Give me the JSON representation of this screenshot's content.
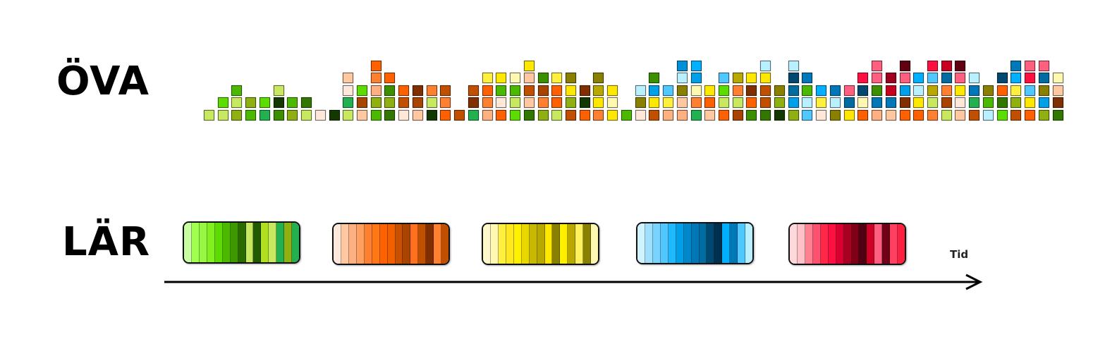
{
  "labels": {
    "practice": "ÖVA",
    "learn": "LÄR",
    "time": "Tid"
  },
  "practice_columns": [
    [
      "#c8e860"
    ],
    [
      "#c8e860",
      "#5ddc00"
    ],
    [
      "#8fb010",
      "#c8e860",
      "#4cb800"
    ],
    [
      "#4cb800",
      "#8fb010"
    ],
    [
      "#22b050",
      "#5ddc00"
    ],
    [
      "#3c9000",
      "#133800",
      "#c8e860"
    ],
    [
      "#8fb010",
      "#4cb800"
    ],
    [
      "#c8e860",
      "#327800"
    ],
    [
      "#ffe8da"
    ],
    [
      "#133800"
    ],
    [
      "#c8e860",
      "#22b050",
      "#ffe8da",
      "#ffc8a0"
    ],
    [
      "#ffc8a0",
      "#a84400",
      "#5ddc00"
    ],
    [
      "#4cb800",
      "#8fb010",
      "#ffb080",
      "#ff8030",
      "#ff6000"
    ],
    [
      "#327800",
      "#8fb010",
      "#3c9000",
      "#ff6000"
    ],
    [
      "#ffe8da",
      "#c05000",
      "#ff6000"
    ],
    [
      "#ffc8a0",
      "#a84400",
      "#803000"
    ],
    [
      "#133800",
      "#c8e860",
      "#ff8030"
    ],
    [
      "#ff6000",
      "#ff8030",
      "#c05000"
    ],
    [
      "#c05000"
    ],
    [
      "#22b050",
      "#803000",
      "#c05000"
    ],
    [
      "#ffb080",
      "#ff8030",
      "#ff6000",
      "#fff040"
    ],
    [
      "#ff6000",
      "#ffe8da",
      "#4cb800",
      "#ffe800"
    ],
    [
      "#5ddc00",
      "#c8e860",
      "#4cb800",
      "#fff8b0"
    ],
    [
      "#327800",
      "#ffc8a0",
      "#c05000",
      "#ffc8a0",
      "#ffe800"
    ],
    [
      "#8fb010",
      "#ff8030",
      "#a84400",
      "#3c9000"
    ],
    [
      "#c8e860",
      "#ff6000",
      "#ff6000",
      "#fff040"
    ],
    [
      "#c05000",
      "#8fb010",
      "#ffe800",
      "#8a8000"
    ],
    [
      "#ff6000",
      "#133800",
      "#803000"
    ],
    [
      "#ff8030",
      "#ffe800",
      "#b8a800",
      "#8a8000"
    ],
    [
      "#ffe800",
      "#fff8b0",
      "#ffe800"
    ],
    [
      "#4cb800"
    ],
    [
      "#ffe8da",
      "#8a8000",
      "#b8f0ff"
    ],
    [
      "#c05000",
      "#ffe800",
      "#00a0e8",
      "#3c9000"
    ],
    [
      "#ffb080",
      "#fff040",
      "#50c8ff"
    ],
    [
      "#ffb080",
      "#ffc8a0",
      "#8a8000",
      "#b8f0ff",
      "#0090d8"
    ],
    [
      "#22b050",
      "#ff8030",
      "#fff8b0",
      "#00a0e8",
      "#00b0ff"
    ],
    [
      "#ffc8a0",
      "#ff6000",
      "#ffe800"
    ],
    [
      "#ff6000",
      "#c8e860",
      "#5ddc00",
      "#50c8ff"
    ],
    [
      "#a84400",
      "#c8e860",
      "#ff8030",
      "#b8a800"
    ],
    [
      "#3c9000",
      "#ff6000",
      "#803000",
      "#ffe800"
    ],
    [
      "#327800",
      "#c05000",
      "#c05000",
      "#ffe800",
      "#b8f0ff"
    ],
    [
      "#133800",
      "#8fb010",
      "#8a8000"
    ],
    [
      "#8fb010",
      "#00a0e8",
      "#006ca0",
      "#004870",
      "#b8f0ff"
    ],
    [
      "#50c8ff",
      "#b8f0ff",
      "#4cb800",
      "#0078b8"
    ],
    [
      "#ffe8da",
      "#fff040",
      "#00b0ff"
    ],
    [
      "#8a8000",
      "#b8f0ff",
      "#0078b8"
    ],
    [
      "#ffe800",
      "#006ca0",
      "#ff6080"
    ],
    [
      "#ff6000",
      "#fff8b0",
      "#004870",
      "#ff1040"
    ],
    [
      "#ffb080",
      "#0078b8",
      "#3c9000",
      "#ff6080",
      "#ff6080"
    ],
    [
      "#ffc8a0",
      "#0078b8",
      "#c80020",
      "#a00020"
    ],
    [
      "#ff6000",
      "#803000",
      "#00a0e8",
      "#ff6080",
      "#600010"
    ],
    [
      "#ff6000",
      "#ffe800",
      "#b8f0ff",
      "#00b0ff"
    ],
    [
      "#ff8030",
      "#c8e860",
      "#b8a800",
      "#50c8ff",
      "#ff1040"
    ],
    [
      "#c8e860",
      "#a84400",
      "#ff8030",
      "#006ca0",
      "#c80020"
    ],
    [
      "#ffc8a0",
      "#ffe8da",
      "#ffe800",
      "#ff6080",
      "#600010"
    ],
    [
      "#c05000",
      "#22b050",
      "#0078b8",
      "#b8f0ff"
    ],
    [
      "#b8f0ff",
      "#4cb800",
      "#8a8000"
    ],
    [
      "#5ddc00",
      "#327800",
      "#ff6000",
      "#004870"
    ],
    [
      "#c05000",
      "#8fb010",
      "#fff040",
      "#00b0ff",
      "#0078b8"
    ],
    [
      "#ff6000",
      "#ffe800",
      "#50c8ff",
      "#ff1040",
      "#ff6080"
    ],
    [
      "#8fb010",
      "#00a0e8",
      "#8a8000",
      "#006ca0",
      "#ff6080"
    ],
    [
      "#327800",
      "#803000",
      "#ffc8a0",
      "#fff8b0"
    ]
  ],
  "learn_blocks": [
    {
      "name": "green",
      "stripes": [
        "#c8ffa0",
        "#a0ff50",
        "#96f840",
        "#80f020",
        "#5ddc00",
        "#4cb800",
        "#3c9a00",
        "#2a6a00",
        "#c8e860",
        "#225a00",
        "#b0e020",
        "#c8e860",
        "#22b050",
        "#8fb010",
        "#22b050"
      ]
    },
    {
      "name": "orange",
      "stripes": [
        "#ffe8da",
        "#ffc8a0",
        "#ffb080",
        "#ffa060",
        "#ff8030",
        "#ff7818",
        "#ff6000",
        "#f06000",
        "#c85000",
        "#a84400",
        "#ff7020",
        "#c05000",
        "#803000",
        "#ff8030",
        "#c05000"
      ]
    },
    {
      "name": "yellow",
      "stripes": [
        "#fff8c8",
        "#fff8b0",
        "#fff040",
        "#ffe820",
        "#fff000",
        "#e8d800",
        "#c8b800",
        "#b8a800",
        "#ffe800",
        "#8a8000",
        "#fff000",
        "#b8a800",
        "#fff060",
        "#8a8000",
        "#fff8b0"
      ]
    },
    {
      "name": "blue",
      "stripes": [
        "#d0f4ff",
        "#a0e0ff",
        "#78d4ff",
        "#50c8ff",
        "#20b8ff",
        "#00a0e8",
        "#0088c8",
        "#0078b8",
        "#006ca0",
        "#004870",
        "#003050",
        "#00b0ff",
        "#0078b8",
        "#50c8ff",
        "#b8f0ff"
      ]
    },
    {
      "name": "red",
      "stripes": [
        "#ffd8dc",
        "#ffc0c8",
        "#ff8090",
        "#ff5070",
        "#ff2848",
        "#ff1040",
        "#d80030",
        "#a80020",
        "#800018",
        "#500010",
        "#d00028",
        "#ff6080",
        "#700018",
        "#ff4060",
        "#ff2040"
      ]
    }
  ]
}
